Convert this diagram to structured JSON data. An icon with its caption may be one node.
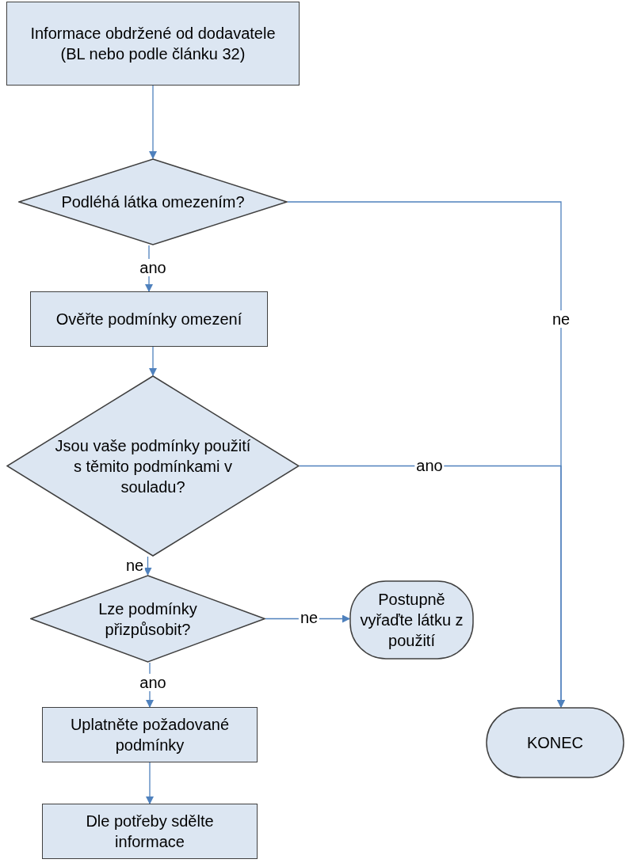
{
  "diagram": {
    "nodes": [
      {
        "text": [
          "Informace obdržené od dodavatele (BL nebo podle článku 32)"
        ]
      },
      {
        "text": [
          "Podléhá látka omezením?"
        ]
      },
      {
        "text": [
          "Ověřte podmínky omezení"
        ]
      },
      {
        "text": [
          "Jsou vaše podmínky použití s těmito podmínkami v souladu?"
        ]
      },
      {
        "text": [
          "Lze podmínky přizpůsobit?"
        ]
      },
      {
        "text": [
          "Postupně vyřaďte látku z použití"
        ]
      },
      {
        "text": [
          "Uplatněte požadované podmínky"
        ]
      },
      {
        "text": [
          "KONEC"
        ]
      },
      {
        "text": [
          "Dle potřeby sdělte informace"
        ]
      }
    ],
    "edges": [
      {
        "from": 0,
        "to": 1,
        "arrow": "to"
      },
      {
        "from": 1,
        "to": 2,
        "arrow": "to",
        "label": "ano"
      },
      {
        "from": 1,
        "to": 7,
        "arrow": "to",
        "label": "ne"
      },
      {
        "from": 2,
        "to": 3,
        "arrow": "to"
      },
      {
        "from": 3,
        "to": 7,
        "arrow": "to",
        "label": "ano"
      },
      {
        "from": 3,
        "to": 4,
        "arrow": "to",
        "label": "ne"
      },
      {
        "from": 4,
        "to": 5,
        "arrow": "to",
        "label": "ne"
      },
      {
        "from": 4,
        "to": 6,
        "arrow": "to",
        "label": "ano"
      },
      {
        "from": 6,
        "to": 8,
        "arrow": "to"
      }
    ]
  }
}
